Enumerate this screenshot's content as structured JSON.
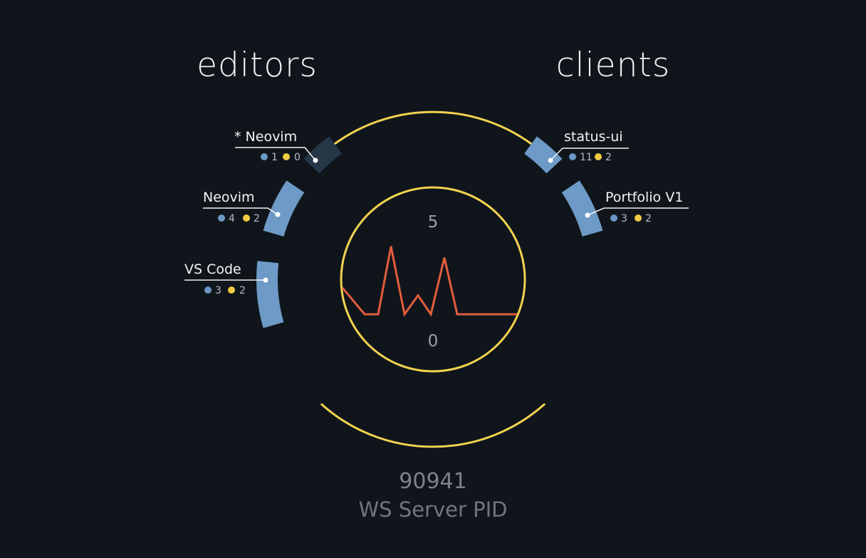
{
  "headings": {
    "editors": "editors",
    "clients": "clients"
  },
  "colors": {
    "background": "#0f151b",
    "accent_yellow": "#f2d24f",
    "segment_blue": "#6d9ac6",
    "segment_selected": "#263748",
    "sparkline": "#e25d3d",
    "legend_blue": "#6b97c4",
    "legend_yellow": "#f0cb43"
  },
  "editors": [
    {
      "name": "* Neovim",
      "blue_count": "1",
      "yellow_count": "0",
      "selected": true
    },
    {
      "name": "Neovim",
      "blue_count": "4",
      "yellow_count": "2",
      "selected": false
    },
    {
      "name": "VS Code",
      "blue_count": "3",
      "yellow_count": "2",
      "selected": false
    }
  ],
  "clients": [
    {
      "name": "status-ui",
      "blue_count": "11",
      "yellow_count": "2"
    },
    {
      "name": "Portfolio V1",
      "blue_count": "3",
      "yellow_count": "2"
    }
  ],
  "gauge": {
    "max_label": "5",
    "min_label": "0",
    "activity_values": [
      1.4,
      0,
      0,
      3.6,
      0,
      1,
      0,
      3,
      0,
      0,
      0,
      0,
      0,
      0,
      0
    ]
  },
  "server": {
    "pid": "90941",
    "label": "WS Server PID"
  }
}
